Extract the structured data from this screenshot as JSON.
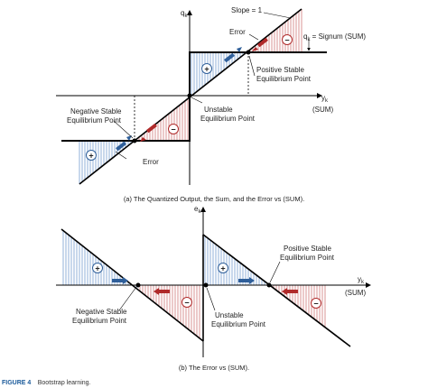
{
  "panel_a": {
    "y_axis_label": "q",
    "y_axis_sub": "k",
    "x_axis_label": "y",
    "x_axis_sub": "k",
    "x_axis_unit": "(SUM)",
    "slope_label": "Slope = 1",
    "error_label_top": "Error",
    "error_label_bottom": "Error",
    "signum_label_pre": "q",
    "signum_label_sub": "k",
    "signum_label_post": " = Signum (SUM)",
    "positive_stable": [
      "Positive Stable",
      "Equilibrium Point"
    ],
    "negative_stable": [
      "Negative Stable",
      "Equilibrium Point"
    ],
    "unstable": [
      "Unstable",
      "Equilibrium Point"
    ],
    "caption": "(a) The Quantized Output, the Sum, and the Error vs (SUM)."
  },
  "panel_b": {
    "y_axis_label": "e",
    "y_axis_sub": "k",
    "x_axis_label": "y",
    "x_axis_sub": "k",
    "x_axis_unit": "(SUM)",
    "positive_stable": [
      "Positive Stable",
      "Equilibrium Point"
    ],
    "negative_stable": [
      "Negative Stable",
      "Equilibrium Point"
    ],
    "unstable": [
      "Unstable",
      "Equilibrium Point"
    ],
    "caption": "(b) The Error vs (SUM)."
  },
  "symbols": {
    "plus": "+",
    "minus": "−"
  },
  "figure": {
    "number": "FIGURE 4",
    "title": "Bootstrap learning."
  },
  "colors": {
    "blue_hatch": "#4a7fbf",
    "red_hatch": "#c0504d",
    "line": "#000000"
  }
}
